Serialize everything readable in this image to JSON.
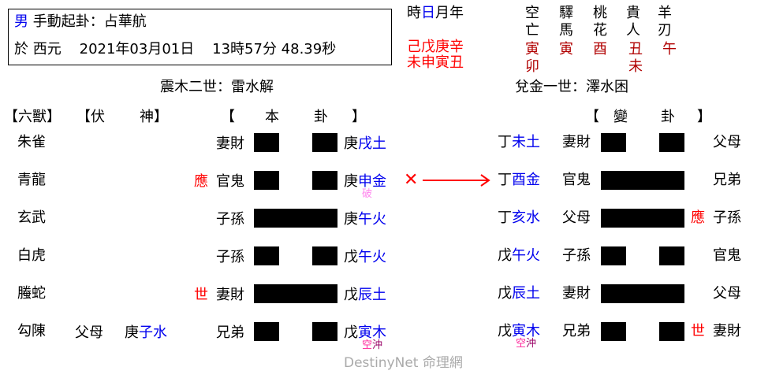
{
  "header": {
    "gender": "男",
    "method": "手動起卦：占華航",
    "date_prefix": "於 西元",
    "date": "2021年03月01日",
    "time": "13時57分 48.39秒"
  },
  "pillars": {
    "labels": [
      "時",
      "日",
      "月年"
    ],
    "stems": "己戊庚辛",
    "branches": "未申寅丑"
  },
  "shensha": {
    "names": [
      {
        "top": "空",
        "bottom": "亡",
        "values": [
          "寅",
          "卯"
        ]
      },
      {
        "top": "驛",
        "bottom": "馬",
        "values": [
          "寅"
        ]
      },
      {
        "top": "桃",
        "bottom": "花",
        "values": [
          "酉"
        ]
      },
      {
        "top": "貴",
        "bottom": "人",
        "values": [
          "丑",
          "未"
        ]
      },
      {
        "top": "羊",
        "bottom": "刃",
        "values": [
          "午"
        ]
      }
    ]
  },
  "main_gua": {
    "title": "震木二世：雷水解",
    "header_beast": "【六獸】",
    "header_fu": "【伏",
    "header_shen": "神】",
    "header_open": "【",
    "header_ben": "本",
    "header_gua": "卦",
    "header_close": "】"
  },
  "changed_gua": {
    "title": "兌金一世：澤水困",
    "header_open": "【",
    "header_bian": "變",
    "header_gua": "卦",
    "header_close": "】"
  },
  "rows": [
    {
      "beast": "朱雀",
      "fushen_rel": "",
      "fushen_stem": "",
      "fushen_branch": "",
      "mark": "",
      "rel": "妻財",
      "yang": false,
      "stem": "庚",
      "branch": "戌土",
      "note": "",
      "c_stem": "丁",
      "c_branch": "未土",
      "c_rel": "妻財",
      "c_yang": false,
      "c_mark": "",
      "c_six": "父母",
      "c_note": ""
    },
    {
      "beast": "青龍",
      "fushen_rel": "",
      "fushen_stem": "",
      "fushen_branch": "",
      "mark": "應",
      "rel": "官鬼",
      "yang": false,
      "stem": "庚",
      "branch": "申金",
      "note": "破",
      "moving": "✕",
      "c_stem": "丁",
      "c_branch": "酉金",
      "c_rel": "官鬼",
      "c_yang": true,
      "c_mark": "",
      "c_six": "兄弟",
      "c_note": ""
    },
    {
      "beast": "玄武",
      "fushen_rel": "",
      "fushen_stem": "",
      "fushen_branch": "",
      "mark": "",
      "rel": "子孫",
      "yang": true,
      "stem": "庚",
      "branch": "午火",
      "note": "",
      "c_stem": "丁",
      "c_branch": "亥水",
      "c_rel": "父母",
      "c_yang": true,
      "c_mark": "應",
      "c_six": "子孫",
      "c_note": ""
    },
    {
      "beast": "白虎",
      "fushen_rel": "",
      "fushen_stem": "",
      "fushen_branch": "",
      "mark": "",
      "rel": "子孫",
      "yang": false,
      "stem": "戊",
      "branch": "午火",
      "note": "",
      "c_stem": "戊",
      "c_branch": "午火",
      "c_rel": "子孫",
      "c_yang": false,
      "c_mark": "",
      "c_six": "官鬼",
      "c_note": ""
    },
    {
      "beast": "螣蛇",
      "fushen_rel": "",
      "fushen_stem": "",
      "fushen_branch": "",
      "mark": "世",
      "rel": "妻財",
      "yang": true,
      "stem": "戊",
      "branch": "辰土",
      "note": "",
      "c_stem": "戊",
      "c_branch": "辰土",
      "c_rel": "妻財",
      "c_yang": true,
      "c_mark": "",
      "c_six": "父母",
      "c_note": ""
    },
    {
      "beast": "勾陳",
      "fushen_rel": "父母",
      "fushen_stem": "庚",
      "fushen_branch": "子水",
      "mark": "",
      "rel": "兄弟",
      "yang": false,
      "stem": "戊",
      "branch": "寅木",
      "note_a": "空",
      "note_b": "沖",
      "c_stem": "戊",
      "c_branch": "寅木",
      "c_rel": "兄弟",
      "c_yang": false,
      "c_mark": "世",
      "c_six": "妻財",
      "c_note_a": "空",
      "c_note_b": "沖"
    }
  ],
  "watermark": "DestinyNet 命理網",
  "colors": {
    "accent_blue": "#0000ee",
    "mark_red": "#ff0000",
    "shensha_red": "#b00000"
  }
}
